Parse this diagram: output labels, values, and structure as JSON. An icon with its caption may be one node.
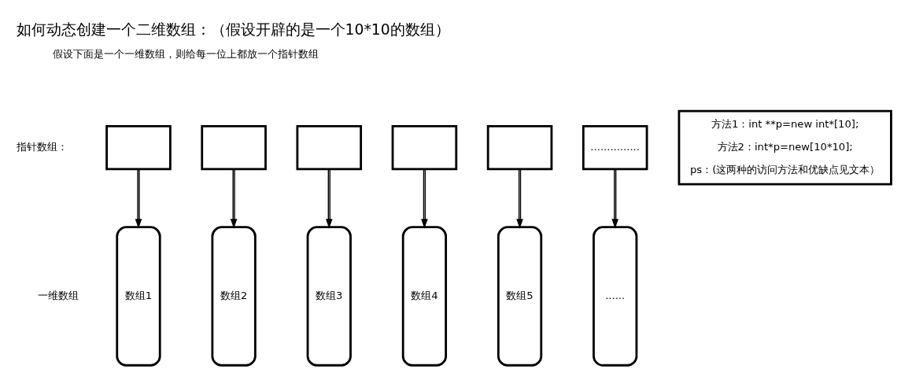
{
  "diagram": {
    "title": "如何动态创建一个二维数组：（假设开辟的是一个10*10的数组）",
    "nodes": [
      {
        "text": [],
        "shape": "box"
      },
      {
        "text": [],
        "shape": "box"
      },
      {
        "text": [],
        "shape": "box"
      },
      {
        "text": [],
        "shape": "box"
      },
      {
        "text": [],
        "shape": "box"
      },
      {
        "text": [
          "..............."
        ]
      },
      {
        "text": [
          "方法1：int **p=new int*[10];",
          "方法2：int*p=new[10*10];",
          "ps：(这两种的访问方法和优缺点见文本）"
        ]
      },
      {
        "text": [
          "数组1"
        ]
      },
      {
        "text": [
          "数组2"
        ]
      },
      {
        "text": [
          "数组3"
        ]
      },
      {
        "text": [
          "数组4"
        ]
      },
      {
        "text": [
          "数组5"
        ]
      },
      {
        "text": [
          "......"
        ]
      }
    ],
    "edges": [
      {
        "from": 0,
        "to": 7,
        "arrow": "to"
      },
      {
        "from": 1,
        "to": 8,
        "arrow": "to"
      },
      {
        "from": 2,
        "to": 9,
        "arrow": "to"
      },
      {
        "from": 3,
        "to": 10,
        "arrow": "to"
      },
      {
        "from": 4,
        "to": 11,
        "arrow": "to"
      },
      {
        "from": 5,
        "to": 12,
        "arrow": "to"
      }
    ],
    "labels": [
      "假设下面是一个一维数组，则给每一位上都放一个指针数组",
      "指针数组：",
      "一维数组"
    ]
  }
}
